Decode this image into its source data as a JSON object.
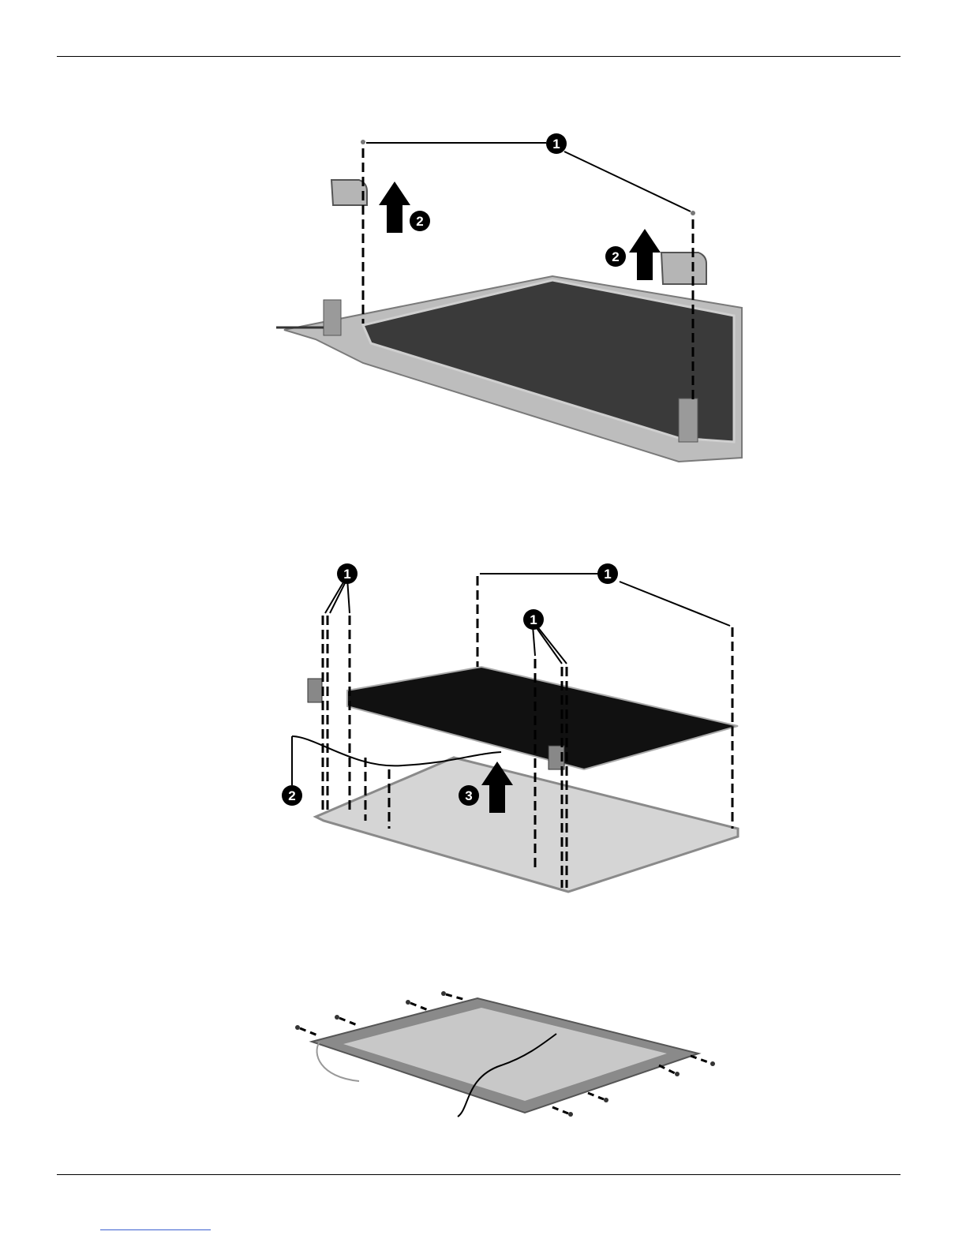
{
  "page": {
    "footer_link_text": ""
  },
  "figure1": {
    "callouts": [
      "1",
      "2",
      "2"
    ]
  },
  "figure2": {
    "callouts": [
      "1",
      "1",
      "1",
      "2",
      "3"
    ]
  },
  "colors": {
    "panel": "#2a2a2a",
    "bezel": "#9a9a9a",
    "callout": "#000000",
    "link": "#3b5fd0"
  }
}
